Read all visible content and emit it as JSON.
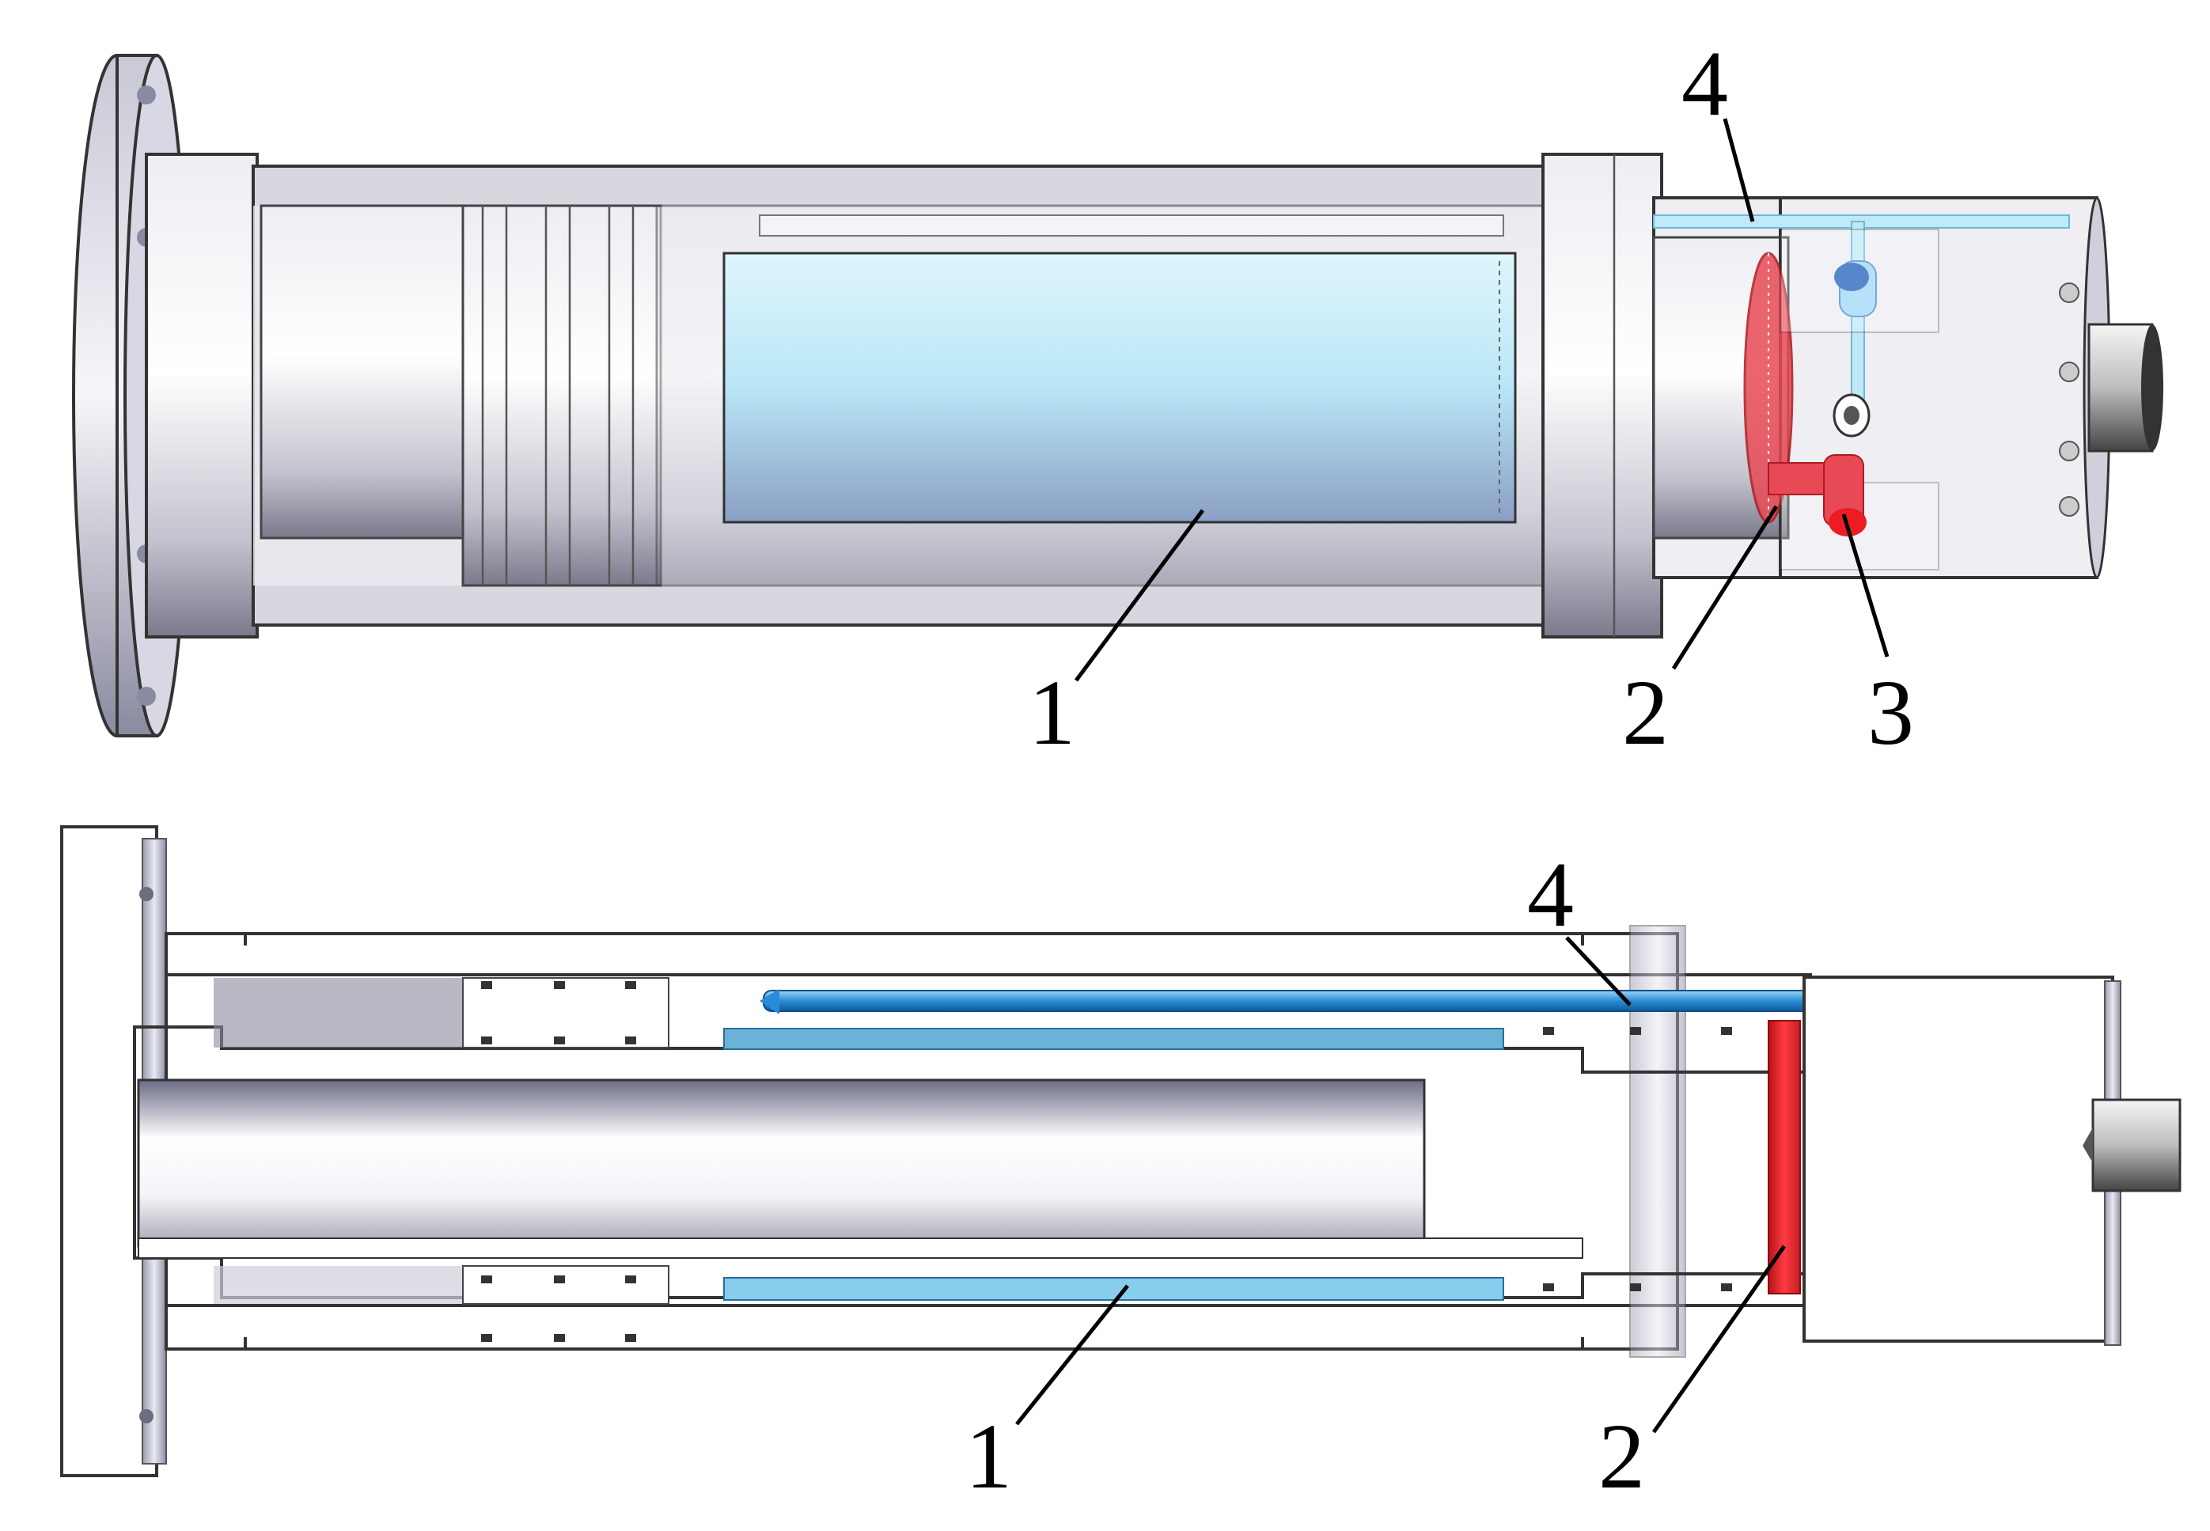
{
  "figure": {
    "top_view_labels": [
      "1",
      "2",
      "3",
      "4"
    ],
    "bottom_view_labels": [
      "1",
      "2",
      "4"
    ],
    "colors": {
      "metal_light": "#f2f2f6",
      "metal_mid": "#c6c6d2",
      "metal_dark": "#6d6d80",
      "flange_purple": "#8c8ca6",
      "fluid_light_blue": "#bfe9f7",
      "fluid_blue_bar": "#7cc5e6",
      "channel_blue": "#2a8bd6",
      "port_dark_blue": "#1d5fb8",
      "heater_red": "#e0262c",
      "heater_translucent_red": "#e84a55",
      "section_white": "#ffffff",
      "outline": "#333333"
    }
  }
}
